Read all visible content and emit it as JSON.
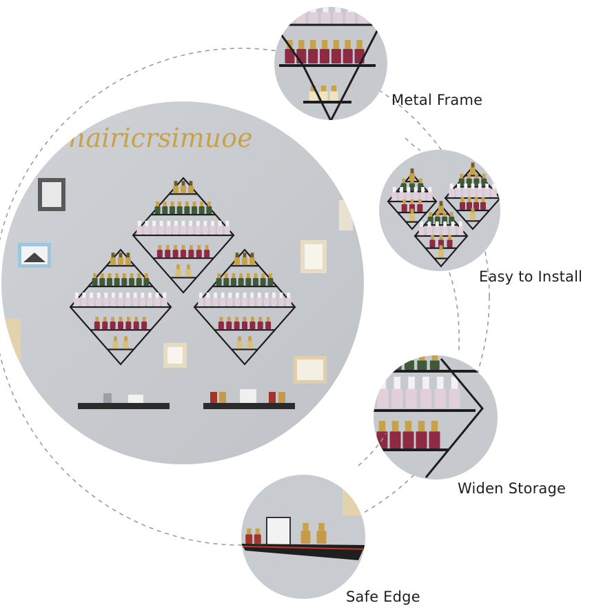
{
  "brand_wall_text": "hairicrsimuoe",
  "features": [
    {
      "label": "Metal Frame",
      "icon": "metal-frame-closeup"
    },
    {
      "label": "Easy to Install",
      "icon": "three-shelves-closeup"
    },
    {
      "label": "Widen Storage",
      "icon": "wide-shelf-closeup"
    },
    {
      "label": "Safe Edge",
      "icon": "shelf-edge-closeup"
    }
  ],
  "colors": {
    "wall": "#c9ccd0",
    "frame": "#1d1d1f",
    "gold": "#c8a24a",
    "bottle_pink": "#e2cfdc",
    "bottle_red": "#8c2b43",
    "dashed_line": "#9a9a9a"
  }
}
